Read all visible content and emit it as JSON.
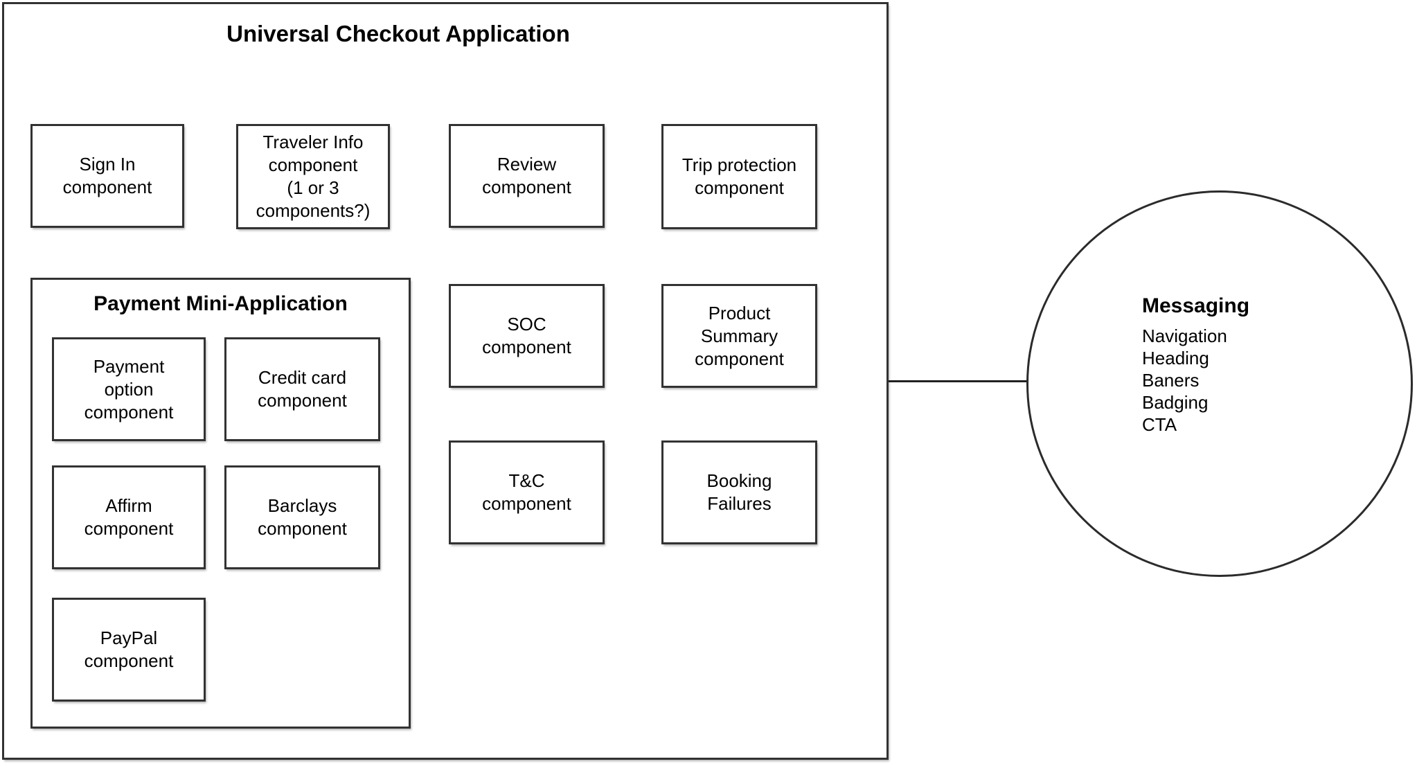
{
  "app": {
    "title": "Universal Checkout Application",
    "components": {
      "sign_in": "Sign In\ncomponent",
      "traveler_info": "Traveler Info\ncomponent\n(1 or 3\ncomponents?)",
      "review": "Review\ncomponent",
      "trip_protection": "Trip protection\ncomponent",
      "soc": "SOC\ncomponent",
      "product_summary": "Product\nSummary\ncomponent",
      "terms_and_conditions": "T&C\ncomponent",
      "booking_failures": "Booking\nFailures"
    },
    "payment_mini_app": {
      "title": "Payment Mini-Application",
      "components": {
        "payment_option": "Payment\noption\ncomponent",
        "credit_card": "Credit card\ncomponent",
        "affirm": "Affirm\ncomponent",
        "barclays": "Barclays\ncomponent",
        "paypal": "PayPal\ncomponent"
      }
    },
    "messaging": {
      "title": "Messaging",
      "items": [
        "Navigation",
        "Heading",
        "Baners",
        "Badging",
        "CTA"
      ]
    },
    "colors": {
      "border": "#323232",
      "text": "#000000",
      "background": "#ffffff"
    }
  }
}
